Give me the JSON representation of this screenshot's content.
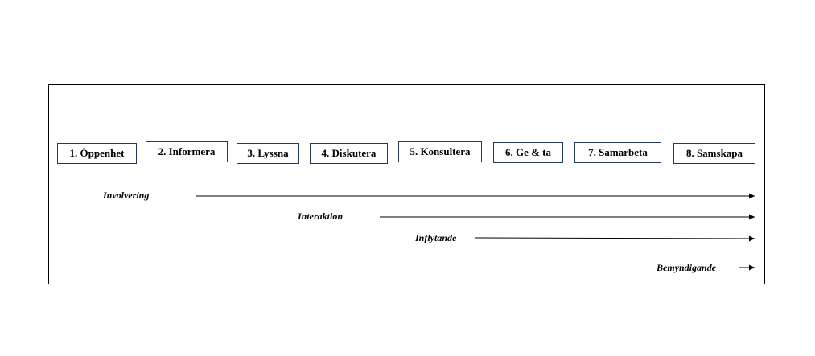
{
  "steps": [
    {
      "label": "1. Öppenhet"
    },
    {
      "label": "2. Informera"
    },
    {
      "label": "3. Lyssna"
    },
    {
      "label": "4. Diskutera"
    },
    {
      "label": "5. Konsultera"
    },
    {
      "label": "6. Ge & ta"
    },
    {
      "label": "7. Samarbeta"
    },
    {
      "label": "8. Samskapa"
    }
  ],
  "levels": [
    {
      "label": "Involvering"
    },
    {
      "label": "Interaktion"
    },
    {
      "label": "Inflytande"
    },
    {
      "label": "Bemyndigande"
    }
  ],
  "colors": {
    "box_border": "#1f3864",
    "line": "#000000"
  }
}
